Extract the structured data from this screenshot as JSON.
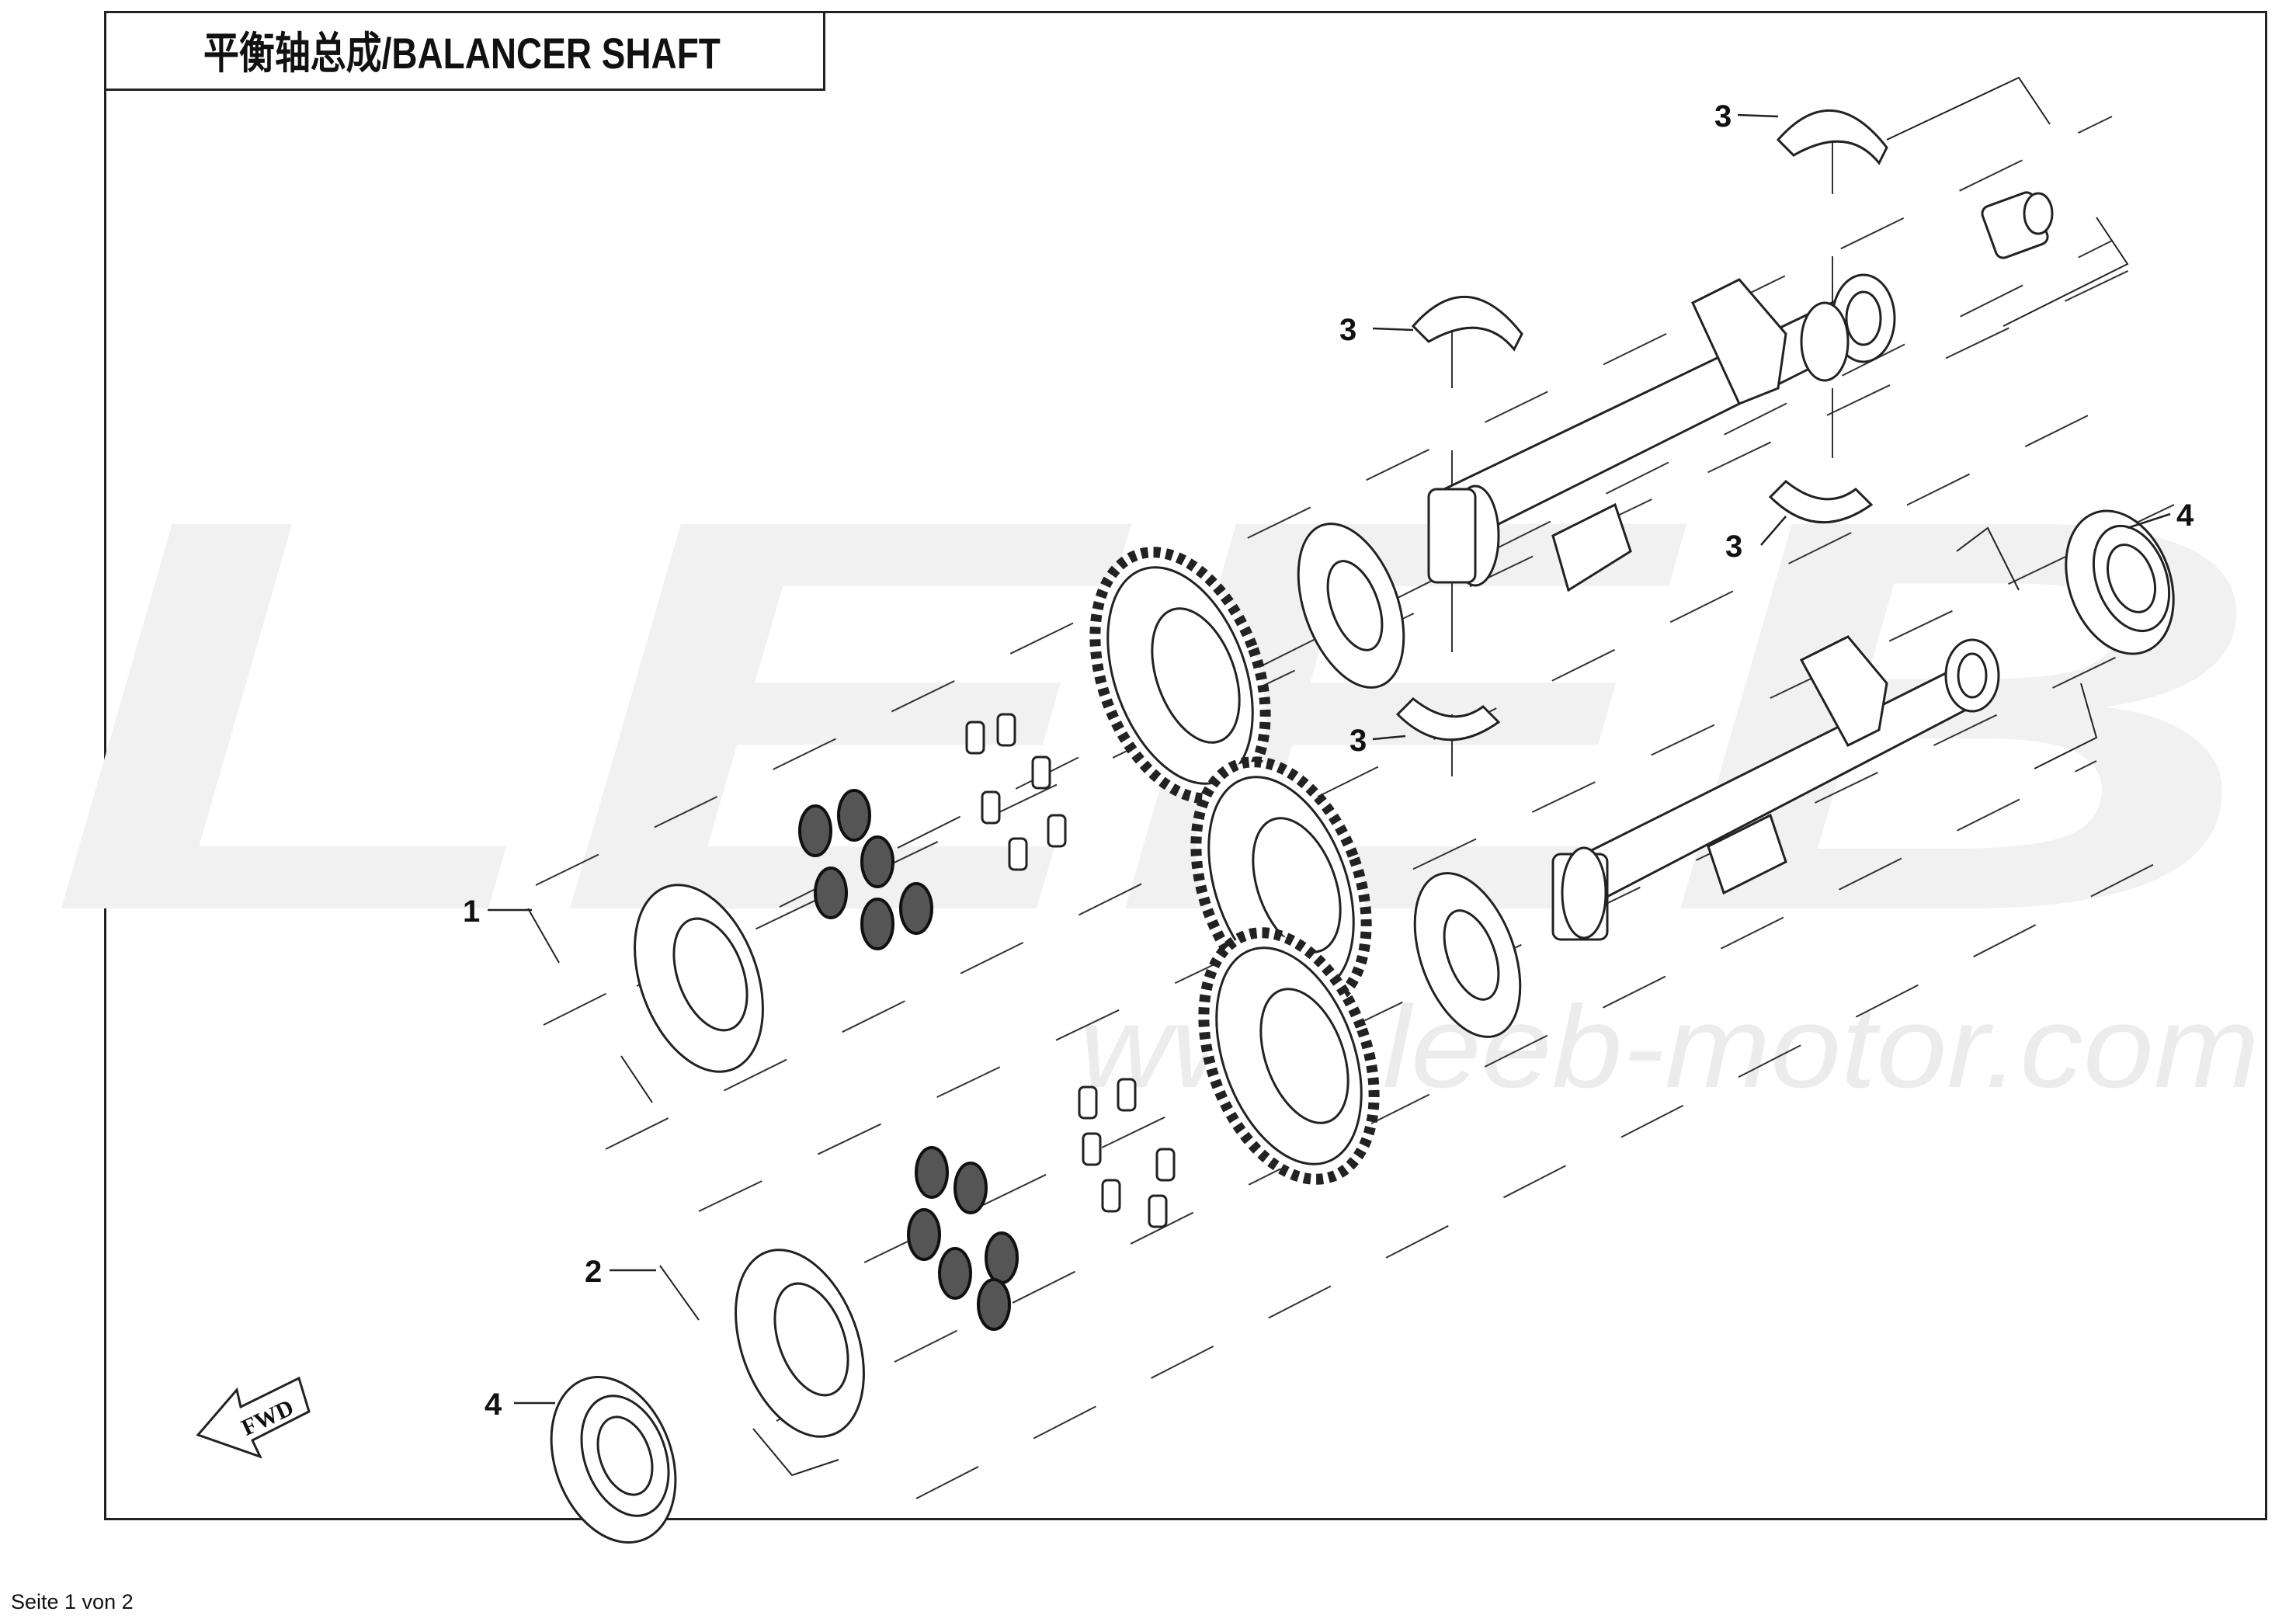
{
  "title": "平衡轴总成/BALANCER SHAFT",
  "watermark": {
    "logo": "LEEB",
    "url": "www.leeb-motor.com",
    "color": "#f0f0f0"
  },
  "fwd_label": "FWD",
  "callouts": {
    "c1": "1",
    "c2": "2",
    "c3a": "3",
    "c3b": "3",
    "c3c": "3",
    "c3d": "3",
    "c4a": "4",
    "c4b": "4"
  },
  "footer": "Seite 1 von 2"
}
